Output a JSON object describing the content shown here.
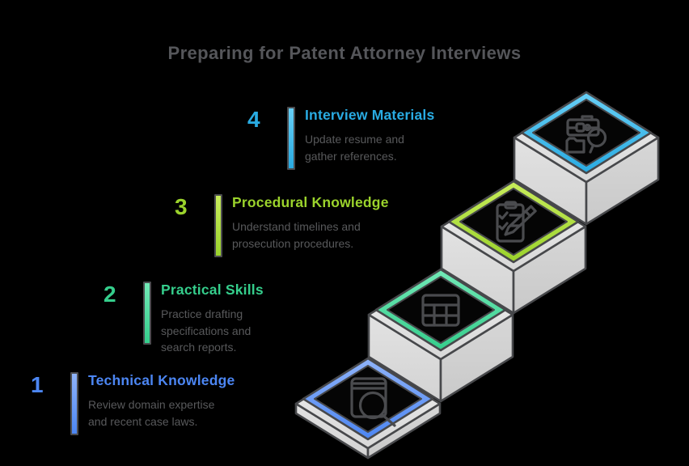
{
  "title": "Preparing for Patent Attorney Interviews",
  "colors": {
    "background": "#000000",
    "title_text": "#55565A",
    "body_text": "#58595B",
    "outline": "#47484B",
    "platform_gray_light": "#EFEFEF",
    "platform_gray_dark": "#C9C9C9"
  },
  "steps": [
    {
      "number": "1",
      "title": "Technical Knowledge",
      "description": "Review domain expertise and recent case laws.",
      "color": "#4C86F3",
      "color_light": "#8FB3F9",
      "icon": "book-search-icon"
    },
    {
      "number": "2",
      "title": "Practical Skills",
      "description": "Practice drafting specifications and search reports.",
      "color": "#35CE8C",
      "color_light": "#72E9B7",
      "icon": "table-grid-icon"
    },
    {
      "number": "3",
      "title": "Procedural Knowledge",
      "description": "Understand timelines and prosecution procedures.",
      "color": "#9BD32C",
      "color_light": "#C8EC5B",
      "icon": "clipboard-pencil-icon"
    },
    {
      "number": "4",
      "title": "Interview Materials",
      "description": "Update resume and gather references.",
      "color": "#29ABE2",
      "color_light": "#67CFF6",
      "icon": "briefcase-search-icon"
    }
  ]
}
